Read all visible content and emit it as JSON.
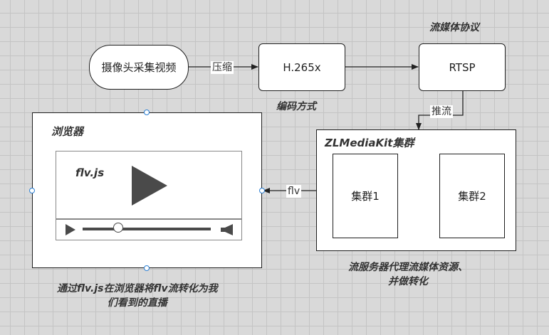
{
  "nodes": {
    "camera": "摄像头采集视频",
    "codec": "H.265x",
    "protocol": "RTSP",
    "cluster1": "集群1",
    "cluster2": "集群2"
  },
  "containers": {
    "browser_title": "浏览器",
    "cluster_title": "ZLMediaKit集群"
  },
  "player": {
    "file_label": "flv.js",
    "play_icon": "play-icon",
    "progress_fraction": 0.28,
    "volume_icon": "volume-icon"
  },
  "edges": {
    "compress": "压缩",
    "push": "推流",
    "flv": "flv"
  },
  "notes": {
    "protocol_note": "流媒体协议",
    "codec_note": "编码方式",
    "cluster_note_line1": "流服务器代理流媒体资源、",
    "cluster_note_line2": "并做转化",
    "browser_note_line1": "通过flv.js在浏览器将flv流转化为我",
    "browser_note_line2": "们看到的直播"
  },
  "colors": {
    "selection_handle": "#2a7fd4",
    "stroke": "#1f1f1f",
    "player_icon": "#4a4a4a"
  }
}
